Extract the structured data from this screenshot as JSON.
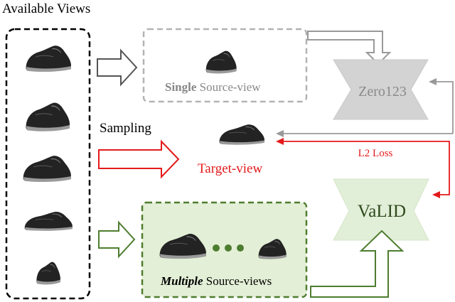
{
  "available_views": {
    "title": "Available Views",
    "count": 5
  },
  "single_source": {
    "label_bold": "Single",
    "label_rest": " Source-view"
  },
  "zero123": {
    "label": "Zero123"
  },
  "sampling": {
    "label": "Sampling"
  },
  "target_view": {
    "label": "Target-view"
  },
  "loss": {
    "label": "L2 Loss"
  },
  "valid": {
    "label": "VaLID"
  },
  "multiple_source": {
    "label_bold": "Multiple",
    "label_rest": " Source-views"
  },
  "colors": {
    "gray_box": "#b3b3b3",
    "zero123_fill": "#d3d3d3",
    "zero123_text": "#8a8a8a",
    "red": "#e31a1c",
    "green_dark": "#4e7d2f",
    "green_fill": "#e3efd6",
    "valid_fill": "#e2efd8",
    "shoe": "#222222"
  }
}
